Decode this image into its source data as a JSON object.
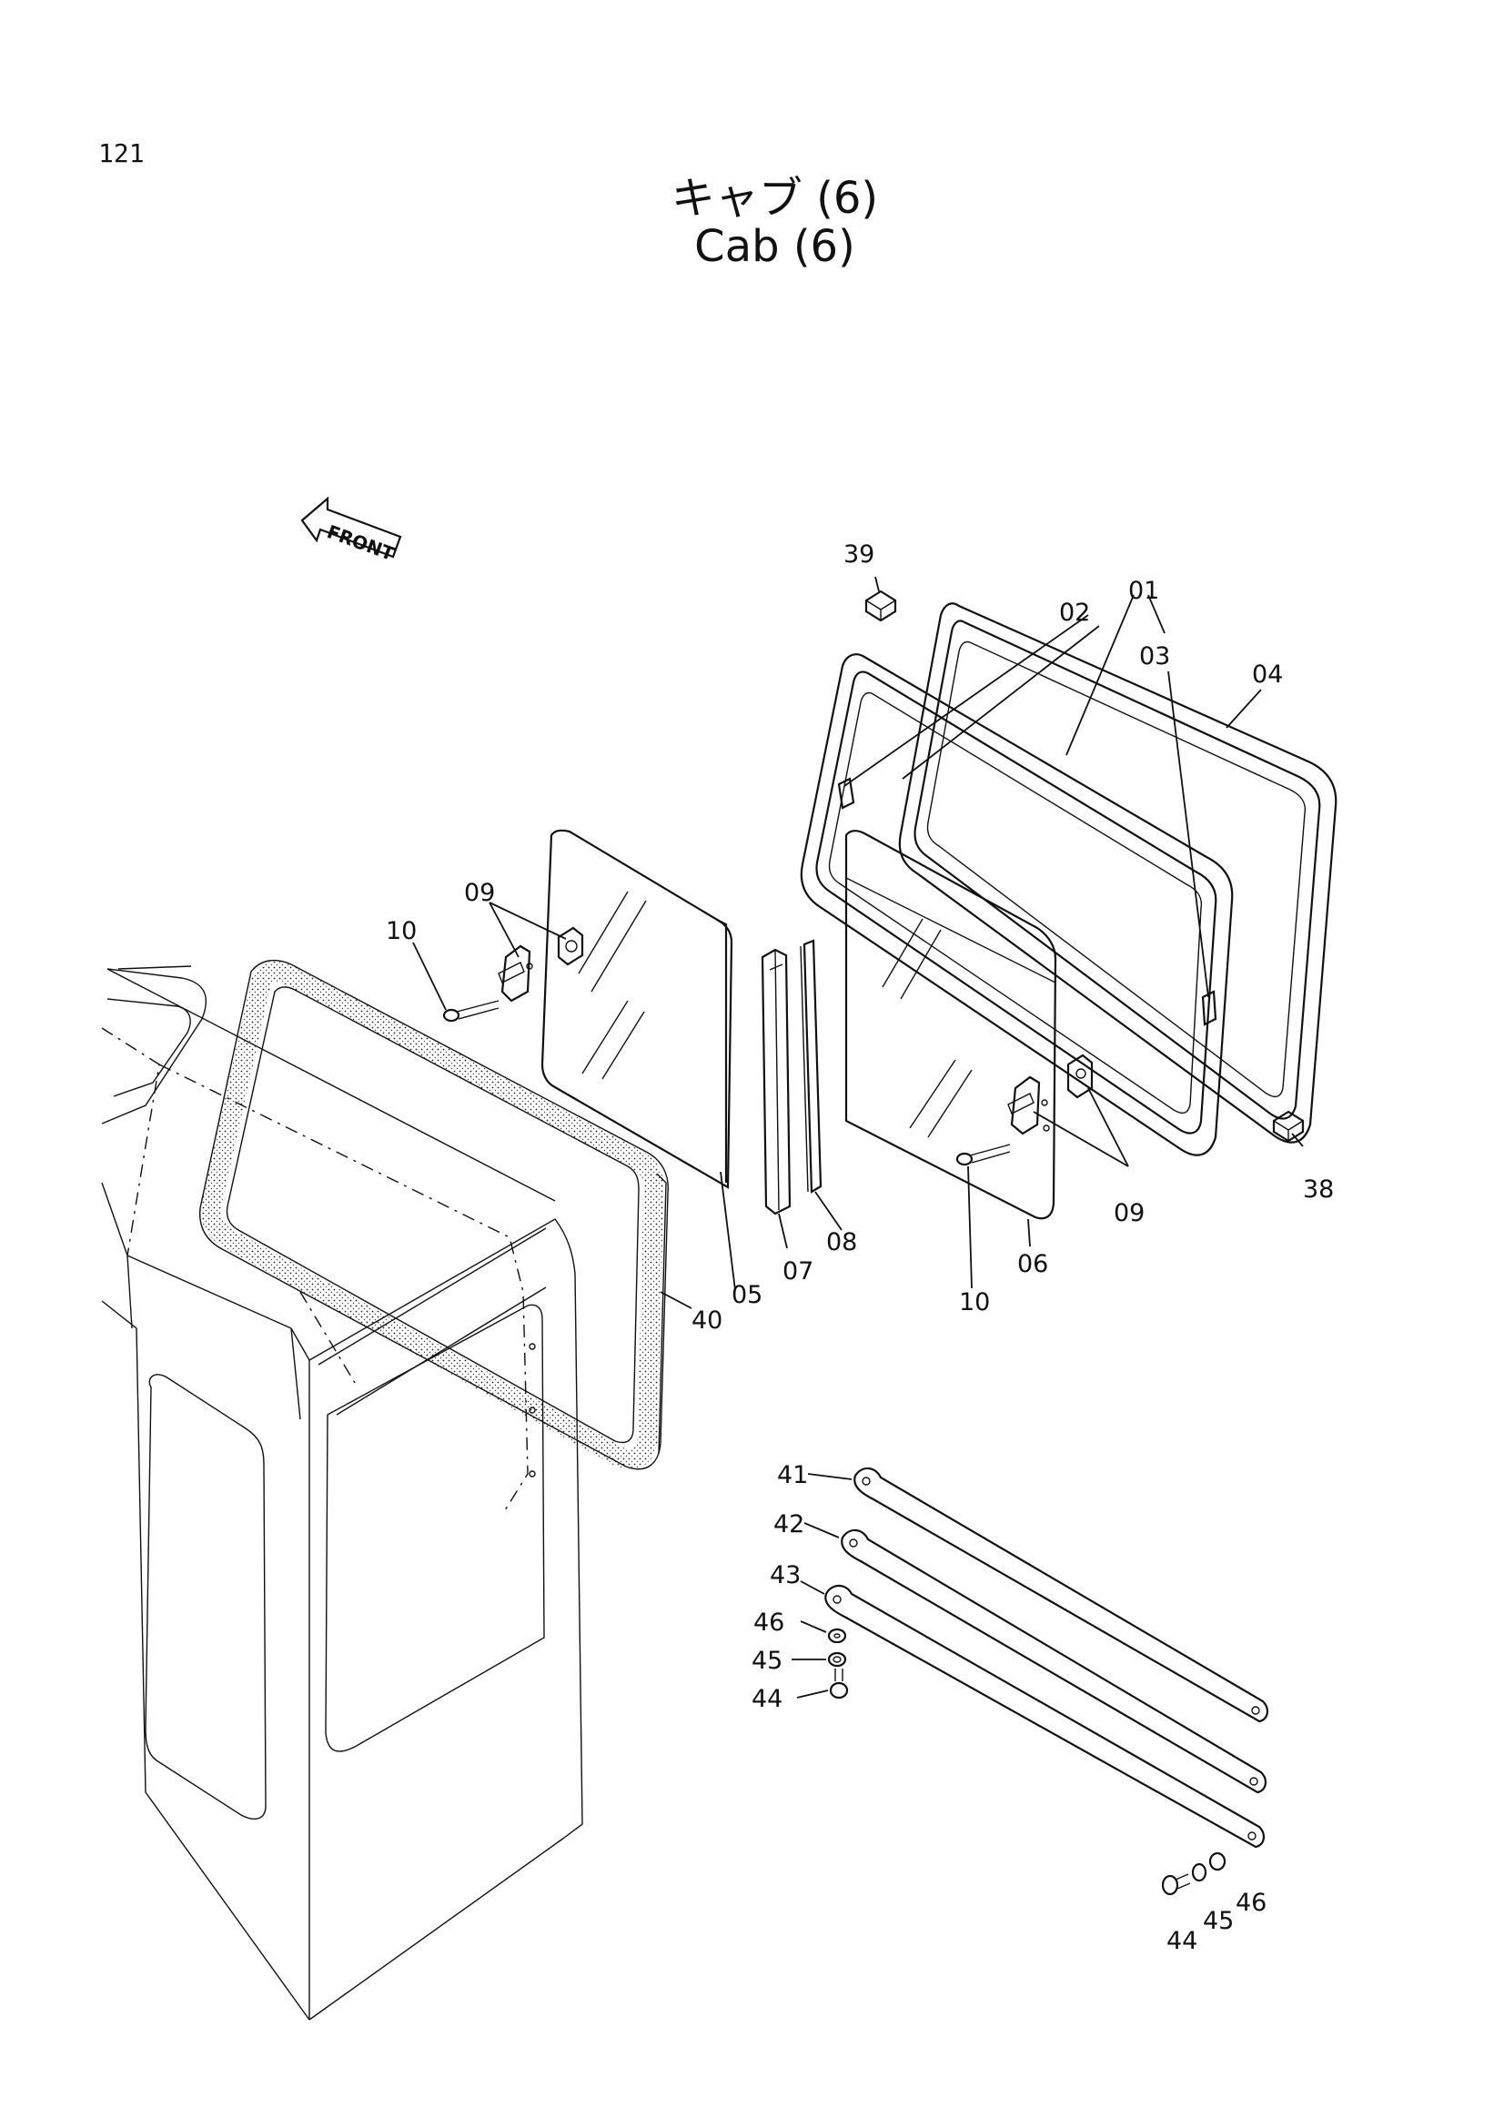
{
  "page_number": "121",
  "title_jp": "キャブ (6)",
  "title_en": "Cab (6)",
  "front_arrow": "FRONT",
  "callouts": {
    "c01": "01",
    "c02": "02",
    "c03": "03",
    "c04": "04",
    "c05": "05",
    "c06": "06",
    "c07": "07",
    "c08": "08",
    "c09a": "09",
    "c09b": "09",
    "c10a": "10",
    "c10b": "10",
    "c38": "38",
    "c39": "39",
    "c40": "40",
    "c41": "41",
    "c42": "42",
    "c43": "43",
    "c44a": "44",
    "c44b": "44",
    "c45a": "45",
    "c45b": "45",
    "c46a": "46",
    "c46b": "46"
  }
}
